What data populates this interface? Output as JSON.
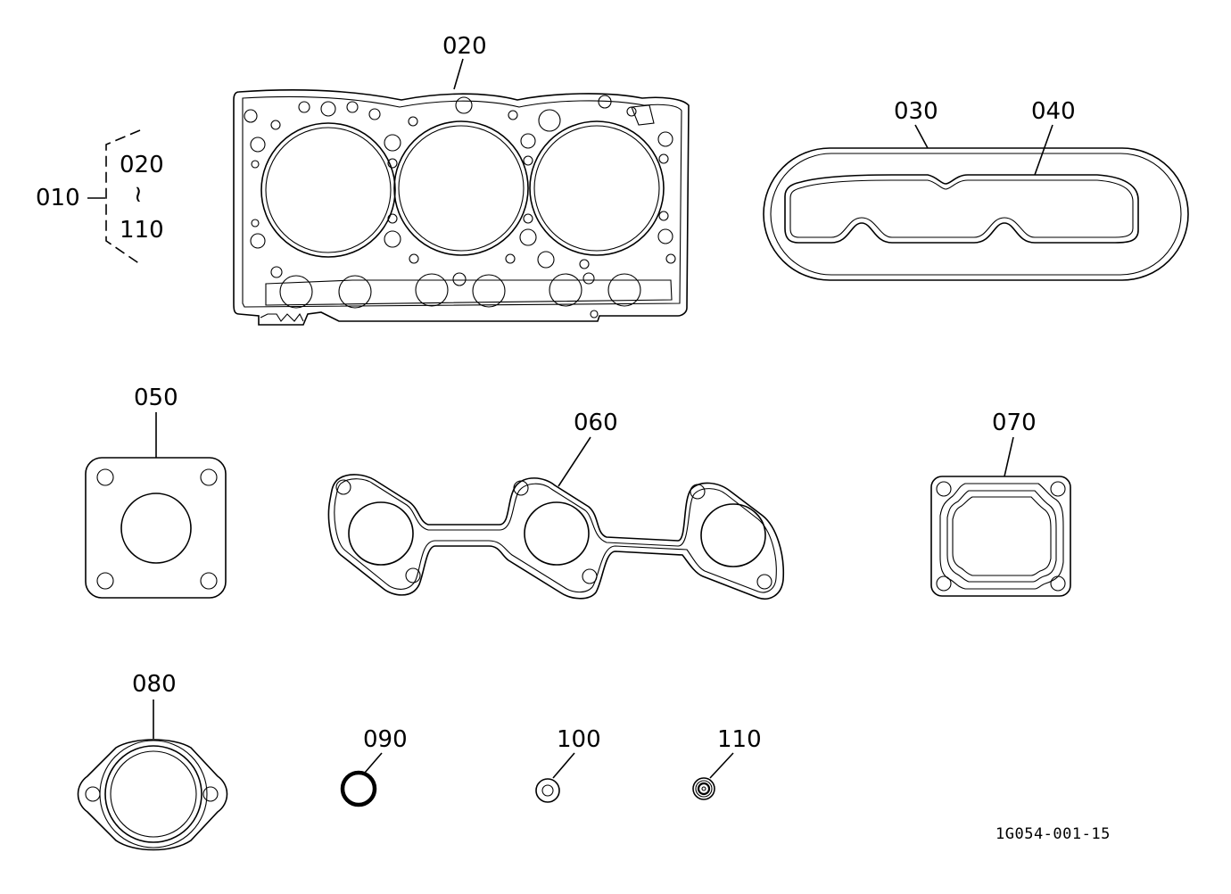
{
  "diagram": {
    "reference_code": "1G054-001-15",
    "kit": {
      "label": "010",
      "range_start": "020",
      "range_symbol": "≀",
      "range_end": "110"
    },
    "parts": [
      {
        "label": "020"
      },
      {
        "label": "030"
      },
      {
        "label": "040"
      },
      {
        "label": "050"
      },
      {
        "label": "060"
      },
      {
        "label": "070"
      },
      {
        "label": "080"
      },
      {
        "label": "090"
      },
      {
        "label": "100"
      },
      {
        "label": "110"
      }
    ]
  }
}
